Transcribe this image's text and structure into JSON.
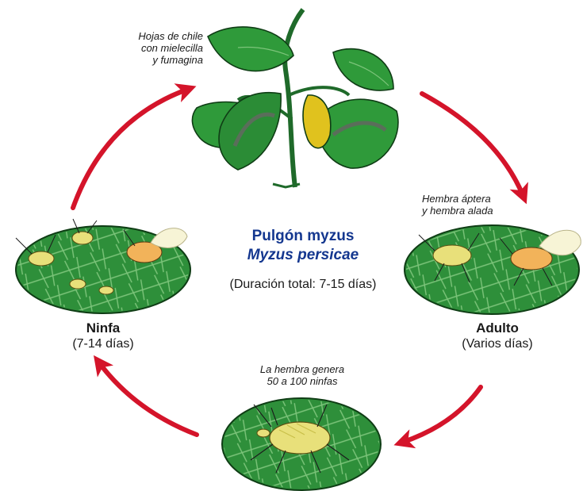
{
  "diagram": {
    "title": "Pulgón myzus",
    "scientific_name": "Myzus persicae",
    "total_duration": "(Duración total: 7-15 días)",
    "plant_caption": [
      "Hojas de chile",
      "con mielecilla",
      "y fumagina"
    ],
    "adult_caption": [
      "Hembra áptera",
      "y hembra alada"
    ],
    "egg_caption": [
      "La hembra genera",
      "50 a 100 ninfas"
    ],
    "stages": {
      "nymph": {
        "name": "Ninfa",
        "duration": "(7-14 días)"
      },
      "adult": {
        "name": "Adulto",
        "duration": "(Varios días)"
      }
    },
    "colors": {
      "arrow": "#d4142a",
      "leaf": "#2f9a3a",
      "leaf_dark": "#1d6b27",
      "disc": "#2e8f3a",
      "aphid": "#e8e07a",
      "title": "#14378f"
    },
    "icons": [
      "plant-icon",
      "nymph-leaf-icon",
      "adult-leaf-icon",
      "female-leaf-icon",
      "cycle-arrow-icon"
    ]
  }
}
